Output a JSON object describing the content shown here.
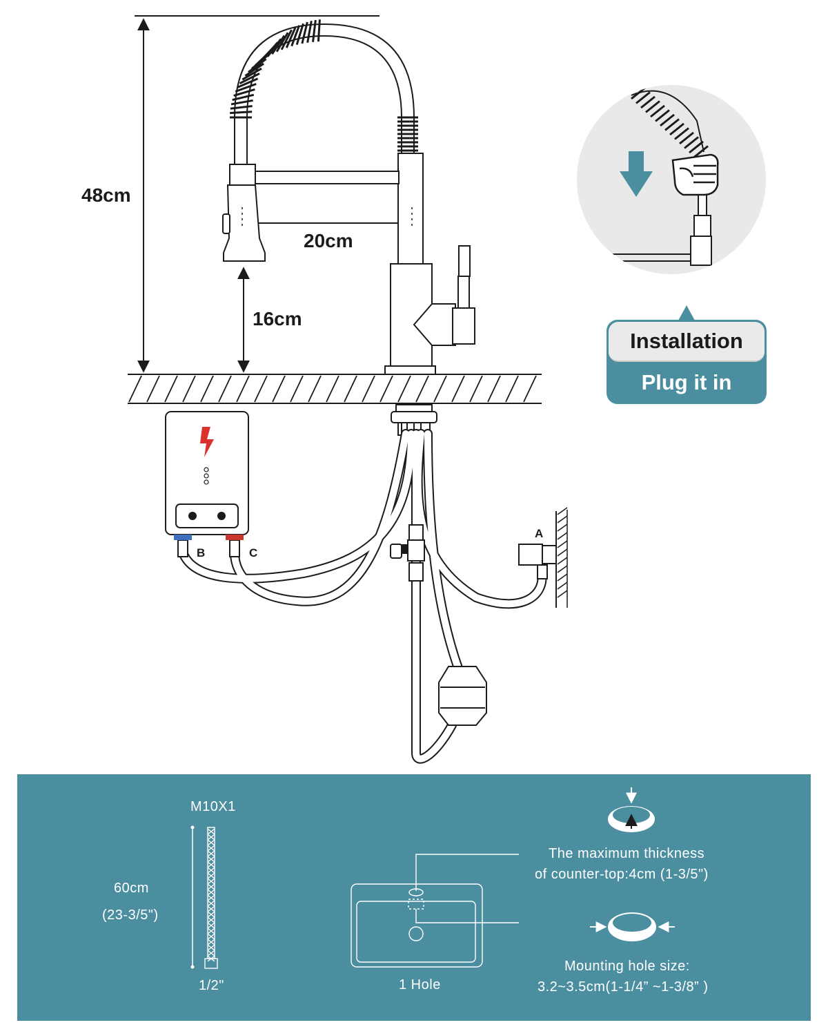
{
  "dimensions": {
    "total_height": "48cm",
    "spout_reach": "20cm",
    "spout_height": "16cm"
  },
  "connections": {
    "a": "A",
    "b": "B",
    "c": "C"
  },
  "callout": {
    "title": "Installation",
    "subtitle": "Plug it in"
  },
  "specs": {
    "hose_thread": "M10X1",
    "hose_length": "60cm",
    "hose_length_inch": "(23-3/5\")",
    "hose_connector": "1/2\"",
    "counter_thickness_line1": "The maximum thickness",
    "counter_thickness_line2": "of counter-top:4cm (1-3/5\")",
    "hole_count": "1 Hole",
    "mounting_hole_line1": "Mounting hole size:",
    "mounting_hole_line2": "3.2~3.5cm(1-1/4” ~1-3/8” )"
  },
  "colors": {
    "panel": "#4b8e9f",
    "accent_red": "#d9312b",
    "cold_blue": "#3f6fbf",
    "hot_red": "#c9362d"
  },
  "icons": [
    "down-arrow-icon",
    "fist-icon",
    "lightning-icon"
  ]
}
